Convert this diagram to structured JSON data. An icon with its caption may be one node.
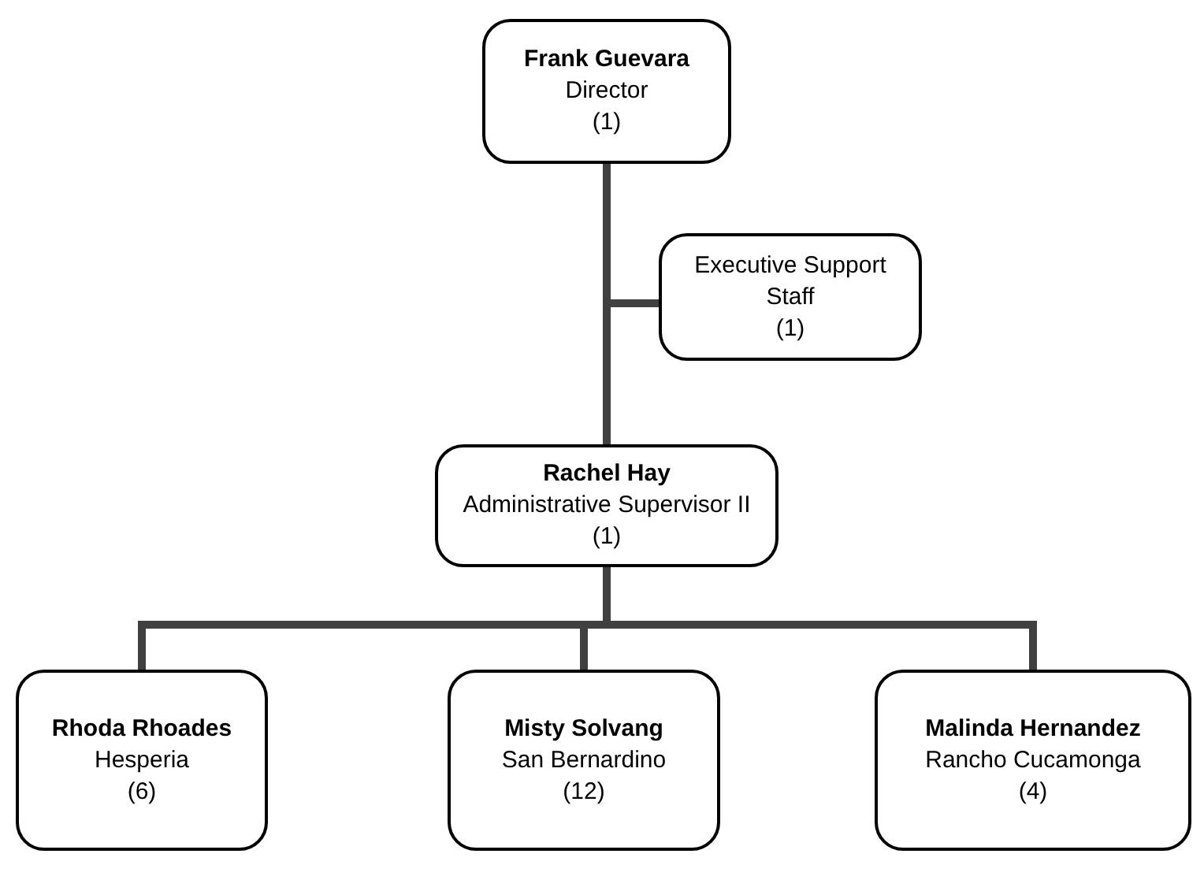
{
  "diagram": {
    "nodes": [
      {
        "text": [
          "Frank Guevara",
          "Director",
          "(1)"
        ]
      },
      {
        "text": [
          "Executive Support Staff",
          "(1)"
        ]
      },
      {
        "text": [
          "Rachel Hay",
          "Administrative Supervisor II",
          "(1)"
        ]
      },
      {
        "text": [
          "Rhoda Rhoades",
          "Hesperia",
          "(6)"
        ]
      },
      {
        "text": [
          "Misty Solvang",
          "San Bernardino",
          "(12)"
        ]
      },
      {
        "text": [
          "Malinda Hernandez",
          "Rancho Cucamonga",
          "(4)"
        ]
      }
    ],
    "edges": [
      {
        "from": 0,
        "to": 2,
        "arrow": "none"
      },
      {
        "from": 0,
        "to": 1,
        "arrow": "none"
      },
      {
        "from": 2,
        "to": 3,
        "arrow": "none"
      },
      {
        "from": 2,
        "to": 4,
        "arrow": "none"
      },
      {
        "from": 2,
        "to": 5,
        "arrow": "none"
      }
    ]
  }
}
